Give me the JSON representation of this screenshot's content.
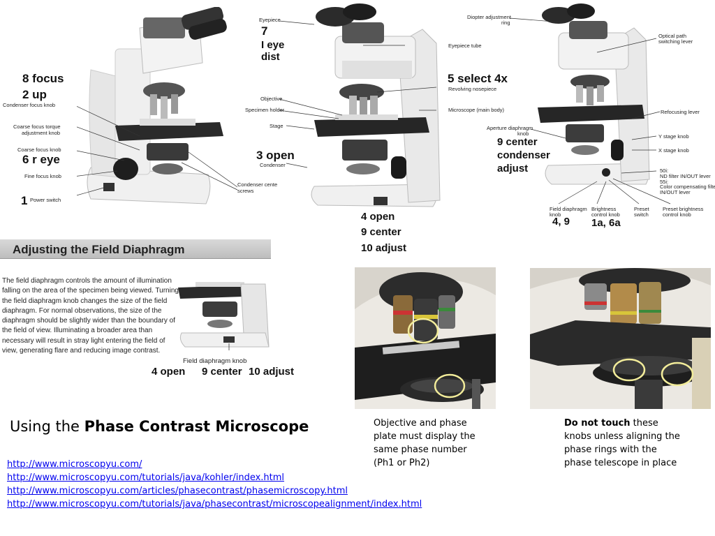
{
  "figure_left": {
    "annotations": {
      "focus": "8 focus",
      "up": "2 up",
      "condenser_focus_knob": "Condenser focus knob",
      "coarse_focus_torque": "Coarse focus torque adjustment knob",
      "coarse_focus_torque_line1": "Coarse focus torque",
      "coarse_focus_torque_line2": "adjustment knob",
      "coarse_focus_knob": "Coarse focus knob",
      "r_eye": "6 r eye",
      "fine_focus_knob": "Fine focus knob",
      "power_num": "1",
      "power_switch": "Power switch",
      "condenser_centering_screws_1": "Condenser cente",
      "condenser_centering_screws_2": "screws"
    }
  },
  "figure_center": {
    "annotations": {
      "eyepiece": "Eyepiece",
      "i_eye_7": "7",
      "i_eye_1": "I eye",
      "i_eye_2": "dist",
      "eyepiece_tube": "Eyepiece tube",
      "select_4x": "5 select 4x",
      "revolving_nosepiece": "Revolving nosepiece",
      "objective": "Objective",
      "specimen_holder": "Specimen holder",
      "microscope_main_body": "Microscope (main body)",
      "stage": "Stage",
      "open_3": "3 open",
      "condenser": "Condenser",
      "open_4": "4 open",
      "center_9": "9 center",
      "adjust_10": "10 adjust"
    }
  },
  "figure_right": {
    "annotations": {
      "diopter_1": "Diopter adjustment",
      "diopter_2": "ring",
      "optical_path_1": "Optical path",
      "optical_path_2": "switching lever",
      "refocusing_lever": "Refocusing lever",
      "aperture_1": "Aperture diaphragm",
      "aperture_2": "knob",
      "center_9": "9 center",
      "condenser_adjust_1": "condenser",
      "condenser_adjust_2": "adjust",
      "y_stage_knob": "Y stage knob",
      "x_stage_knob": "X stage knob",
      "filters_1": "50i:",
      "filters_2": "ND filter IN/OUT lever",
      "filters_3": "55i:",
      "filters_4": "Color compensating filter",
      "filters_5": "IN/OUT lever",
      "field_diaphragm_1": "Field diaphragm",
      "field_diaphragm_2": "knob",
      "brightness_1": "Brightness",
      "brightness_2": "control knob",
      "preset_1": "Preset",
      "preset_2": "switch",
      "preset_brightness_1": "Preset brightness",
      "preset_brightness_2": "control knob",
      "nums_49": "4, 9",
      "nums_1a6a": "1a, 6a"
    }
  },
  "field_diaphragm": {
    "header": "Adjusting the Field Diaphragm",
    "paragraph": "The field diaphragm controls the amount of illumination falling on the area of the specimen being viewed. Turning the field diaphragm knob changes the size of the field diaphragm. For normal observations, the size of the diaphragm should be slightly wider than the boundary of the field of view. Illuminating a broader area than necessary will result in stray light entering the field of view, generating flare and reducing image contrast.",
    "knob_label": "Field diaphragm knob",
    "steps": {
      "open": "4 open",
      "center": "9 center",
      "adjust": "10 adjust"
    }
  },
  "title": {
    "prefix": "Using the ",
    "bold": "Phase Contrast Microscope"
  },
  "captions": {
    "objective": "Objective and phase plate must display the same phase number (Ph1 or Ph2)",
    "do_not_touch_bold": "Do not touch",
    "do_not_touch_rest": " these knobs unless aligning the phase rings with the phase telescope in place"
  },
  "links": [
    "http://www.microscopyu.com/",
    "http://www.microscopyu.com/tutorials/java/kohler/index.html",
    "http://www.microscopyu.com/articles/phasecontrast/phasemicroscopy.html",
    "http://www.microscopyu.com/tutorials/java/phasecontrast/microscopealignment/index.html"
  ],
  "colors": {
    "highlight_circle": "#f2ec9a",
    "link": "#0000ee"
  }
}
